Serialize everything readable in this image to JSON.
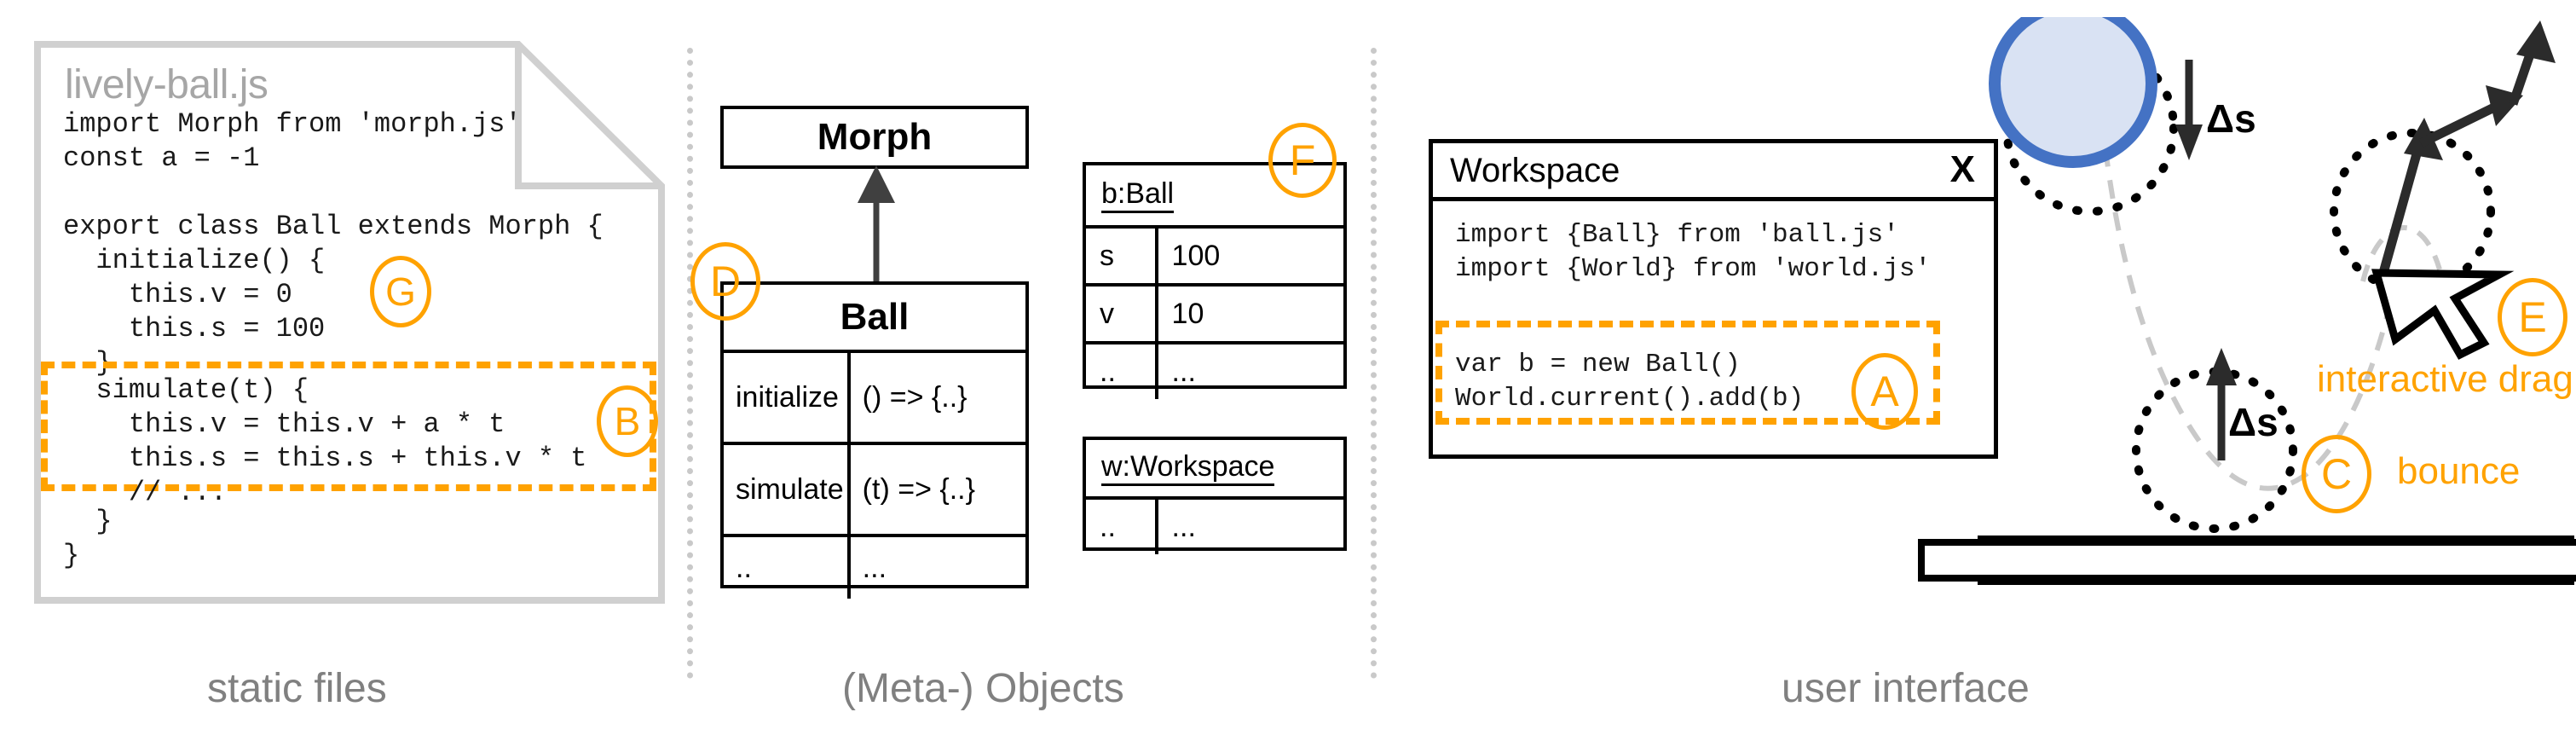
{
  "panels": {
    "left_caption": "static files",
    "middle_caption": "(Meta-) Objects",
    "right_caption": "user interface"
  },
  "file_card": {
    "filename": "lively-ball.js",
    "code_top": "import Morph from 'morph.js'\nconst a = -1\n\nexport class Ball extends Morph {\n  initialize() {\n    this.v = 0\n    this.s = 100\n  }",
    "code_highlight": "  simulate(t) {\n    this.v = this.v + a * t\n    this.s = this.s + this.v * t\n    // ...",
    "code_bottom": "  }\n}"
  },
  "uml": {
    "superclass": "Morph",
    "class": "Ball",
    "members": [
      {
        "name": "initialize",
        "value": "() => {..}"
      },
      {
        "name": "simulate",
        "value": "(t) => {..}"
      },
      {
        "name": "..",
        "value": "..."
      }
    ]
  },
  "objects": [
    {
      "header": "b:Ball",
      "rows": [
        {
          "key": "s",
          "value": "100"
        },
        {
          "key": "v",
          "value": "10"
        },
        {
          "key": "..",
          "value": "..."
        }
      ]
    },
    {
      "header": "w:Workspace",
      "rows": [
        {
          "key": "..",
          "value": "..."
        }
      ]
    }
  ],
  "workspace": {
    "title": "Workspace",
    "close_label": "X",
    "code_imports": "import {Ball} from 'ball.js'\nimport {World} from 'world.js'",
    "code_highlight": "var b = new Ball()\nWorld.current().add(b)"
  },
  "ui_scene": {
    "delta_top": "Δs",
    "delta_bottom": "Δs",
    "label_drag": "interactive drag",
    "label_bounce": "bounce"
  },
  "markers": {
    "a": "A",
    "b": "B",
    "c": "C",
    "d": "D",
    "e": "E",
    "f": "F",
    "g": "G"
  },
  "colors": {
    "accent_orange": "#FFA200",
    "ball_stroke": "#4472C4",
    "ball_fill": "#D9E2F3",
    "caption_grey": "#808080",
    "card_border": "#D0D0D0"
  }
}
